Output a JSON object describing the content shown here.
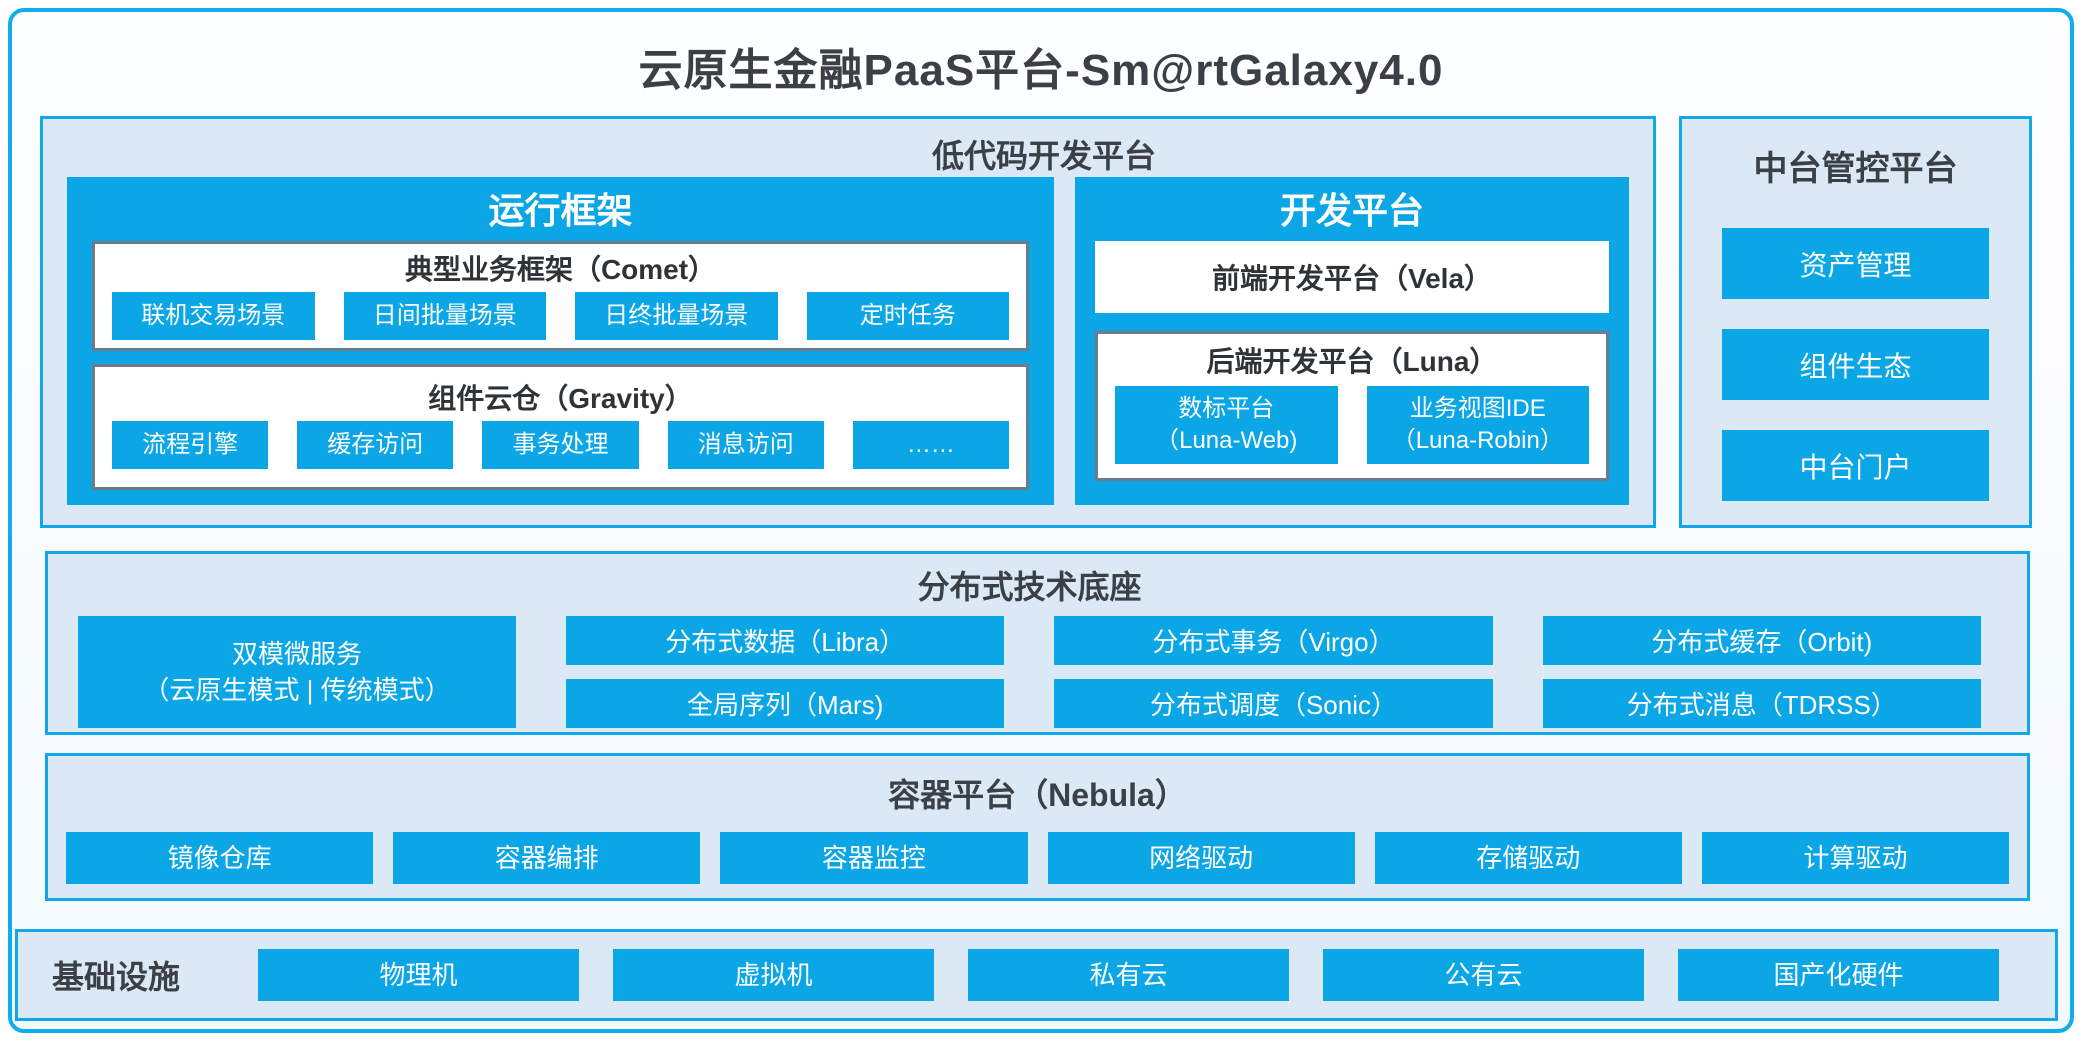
{
  "page": {
    "title": "云原生金融PaaS平台-Sm@rtGalaxy4.0"
  },
  "colors": {
    "accent_blue": "#0ba6e6",
    "panel_border_blue": "#12a8e8",
    "panel_bg": "#dbe8f5",
    "page_border": "#0fadec",
    "gray_box_border": "#6f7b88",
    "dark_text": "#3a4046"
  },
  "low_code": {
    "title": "低代码开发平台",
    "runtime": {
      "title": "运行框架",
      "comet": {
        "title": "典型业务框架（Comet）",
        "chips": [
          "联机交易场景",
          "日间批量场景",
          "日终批量场景",
          "定时任务"
        ]
      },
      "gravity": {
        "title": "组件云仓（Gravity）",
        "chips": [
          "流程引擎",
          "缓存访问",
          "事务处理",
          "消息访问",
          "……"
        ]
      }
    },
    "dev": {
      "title": "开发平台",
      "vela": "前端开发平台（Vela）",
      "luna": {
        "title": "后端开发平台（Luna）",
        "chips": [
          {
            "line1": "数标平台",
            "line2": "（Luna-Web)"
          },
          {
            "line1": "业务视图IDE",
            "line2": "（Luna-Robin）"
          }
        ]
      }
    }
  },
  "mid_platform": {
    "title": "中台管控平台",
    "items": [
      "资产管理",
      "组件生态",
      "中台门户"
    ]
  },
  "distributed": {
    "title": "分布式技术底座",
    "dual_mode": {
      "line1": "双模微服务",
      "line2": "（云原生模式 | 传统模式）"
    },
    "grid": [
      [
        "分布式数据（Libra）",
        "分布式事务（Virgo）",
        "分布式缓存（Orbit)"
      ],
      [
        "全局序列（Mars)",
        "分布式调度（Sonic）",
        "分布式消息（TDRSS）"
      ]
    ]
  },
  "container_platform": {
    "title": "容器平台（Nebula）",
    "chips": [
      "镜像仓库",
      "容器编排",
      "容器监控",
      "网络驱动",
      "存储驱动",
      "计算驱动"
    ]
  },
  "infrastructure": {
    "title": "基础设施",
    "chips": [
      "物理机",
      "虚拟机",
      "私有云",
      "公有云",
      "国产化硬件"
    ]
  }
}
